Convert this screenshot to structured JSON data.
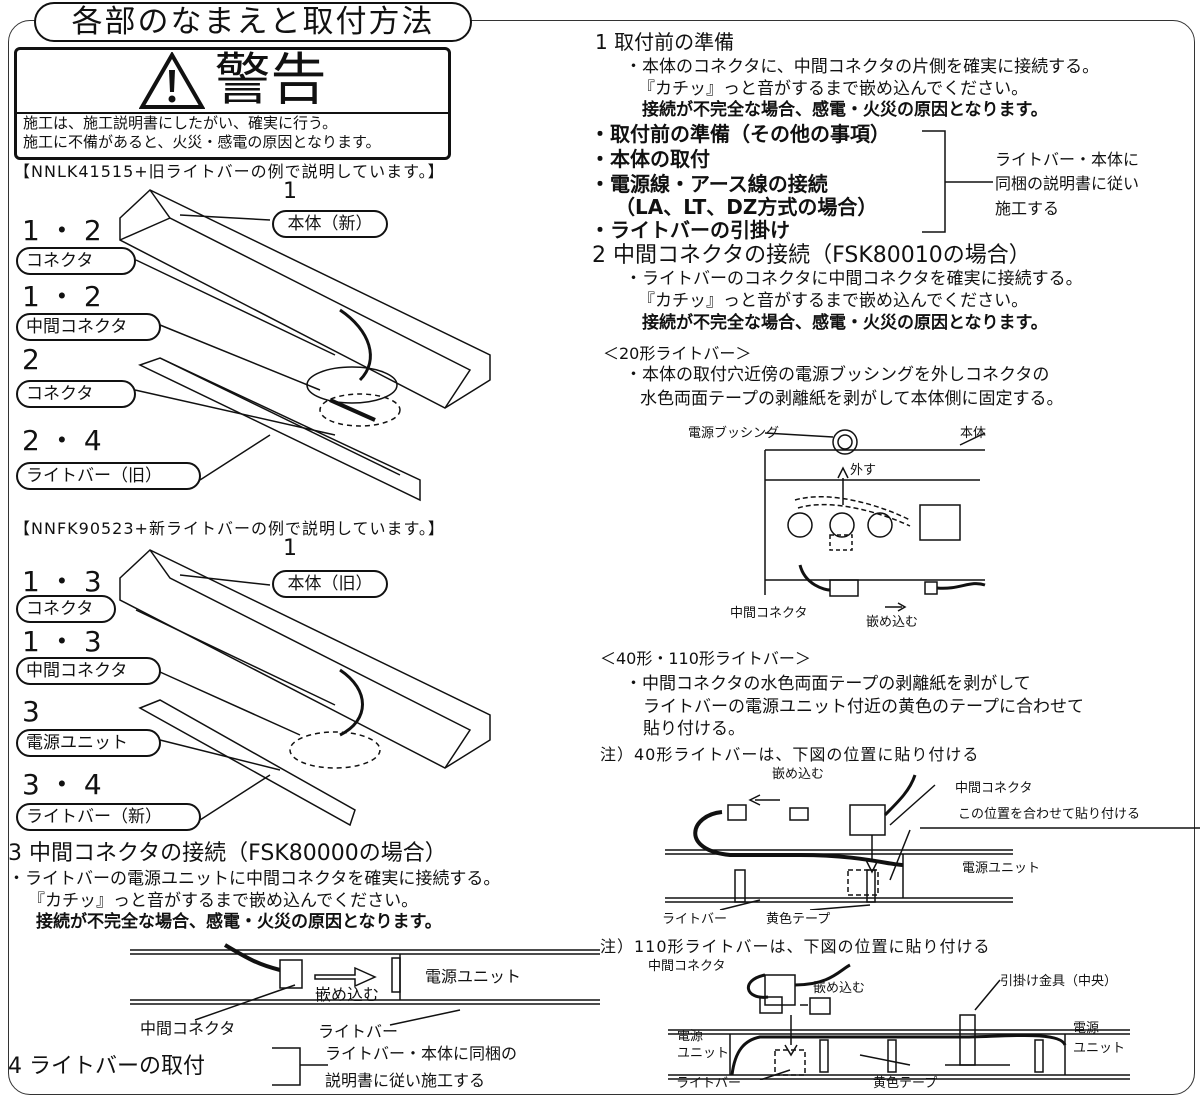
{
  "title": "各部のなまえと取付方法",
  "warning": {
    "heading": "警告",
    "lines": [
      "施工は、施工説明書にしたがい、確実に行う。",
      "施工に不備があると、火災・感電の原因となります。"
    ]
  },
  "example1": {
    "caption": "【NNLK41515+旧ライトバーの例で説明しています。】",
    "step": "1",
    "body_label": "本体（新）",
    "parts": [
      {
        "steps": "1・2",
        "label": "コネクタ"
      },
      {
        "steps": "1・2",
        "label": "中間コネクタ"
      },
      {
        "steps": "2",
        "label": "コネクタ"
      },
      {
        "steps": "2・4",
        "label": "ライトバー（旧）"
      }
    ]
  },
  "example2": {
    "caption": "【NNFK90523+新ライトバーの例で説明しています。】",
    "step": "1",
    "body_label": "本体（旧）",
    "parts": [
      {
        "steps": "1・3",
        "label": "コネクタ"
      },
      {
        "steps": "1・3",
        "label": "中間コネクタ"
      },
      {
        "steps": "3",
        "label": "電源ユニット"
      },
      {
        "steps": "3・4",
        "label": "ライトバー（新）"
      }
    ]
  },
  "section3": {
    "heading": "3  中間コネクタの接続（FSK80000の場合）",
    "lines": [
      "・ライトバーの電源ユニットに中間コネクタを確実に接続する。",
      "『カチッ』っと音がするまで嵌め込んでください。",
      "接続が不完全な場合、感電・火災の原因となります。"
    ],
    "diagram": {
      "power_unit": "電源ユニット",
      "insert": "嵌め込む",
      "mid_connector": "中間コネクタ",
      "light_bar": "ライトバー"
    }
  },
  "section4": {
    "heading": "4  ライトバーの取付",
    "note": [
      "ライトバー・本体に同梱の",
      "説明書に従い施工する"
    ]
  },
  "section1": {
    "heading": "1  取付前の準備",
    "lines": [
      "・本体のコネクタに、中間コネクタの片側を確実に接続する。",
      "『カチッ』っと音がするまで嵌め込んでください。",
      "接続が不完全な場合、感電・火災の原因となります。"
    ],
    "list": [
      "・取付前の準備（その他の事項）",
      "・本体の取付",
      "・電源線・アース線の接続",
      "（LA、LT、DZ方式の場合）",
      "・ライトバーの引掛け"
    ],
    "note": [
      "ライトバー・本体に",
      "同梱の説明書に従い",
      "施工する"
    ]
  },
  "section2": {
    "heading": "2  中間コネクタの接続（FSK80010の場合）",
    "lines": [
      "・ライトバーのコネクタに中間コネクタを確実に接続する。",
      "『カチッ』っと音がするまで嵌め込んでください。",
      "接続が不完全な場合、感電・火災の原因となります。"
    ],
    "type20": {
      "heading": "＜20形ライトバー＞",
      "lines": [
        "・本体の取付穴近傍の電源ブッシングを外しコネクタの",
        "水色両面テープの剥離紙を剥がして本体側に固定する。"
      ],
      "diagram": {
        "bushing": "電源ブッシング",
        "body": "本体",
        "remove": "外す",
        "mid_connector": "中間コネクタ",
        "insert": "嵌め込む"
      }
    },
    "type40_110": {
      "heading": "＜40形・110形ライトバー＞",
      "lines": [
        "・中間コネクタの水色両面テープの剥離紙を剥がして",
        "ライトバーの電源ユニット付近の黄色のテープに合わせて",
        "貼り付ける。"
      ]
    },
    "note40": {
      "heading": "注）40形ライトバーは、下図の位置に貼り付ける",
      "insert": "嵌め込む",
      "mid_connector": "中間コネクタ",
      "align": "この位置を合わせて貼り付ける",
      "power_unit": "電源ユニット",
      "light_bar": "ライトバー",
      "yellow_tape": "黄色テープ"
    },
    "note110": {
      "heading": "注）110形ライトバーは、下図の位置に貼り付ける",
      "mid_connector": "中間コネクタ",
      "insert": "嵌め込む",
      "hook": "引掛け金具（中央）",
      "power_unit_l": [
        "電源",
        "ユニット"
      ],
      "power_unit_r": [
        "電源",
        "ユニット"
      ],
      "light_bar": "ライトバー",
      "yellow_tape": "黄色テープ"
    }
  }
}
